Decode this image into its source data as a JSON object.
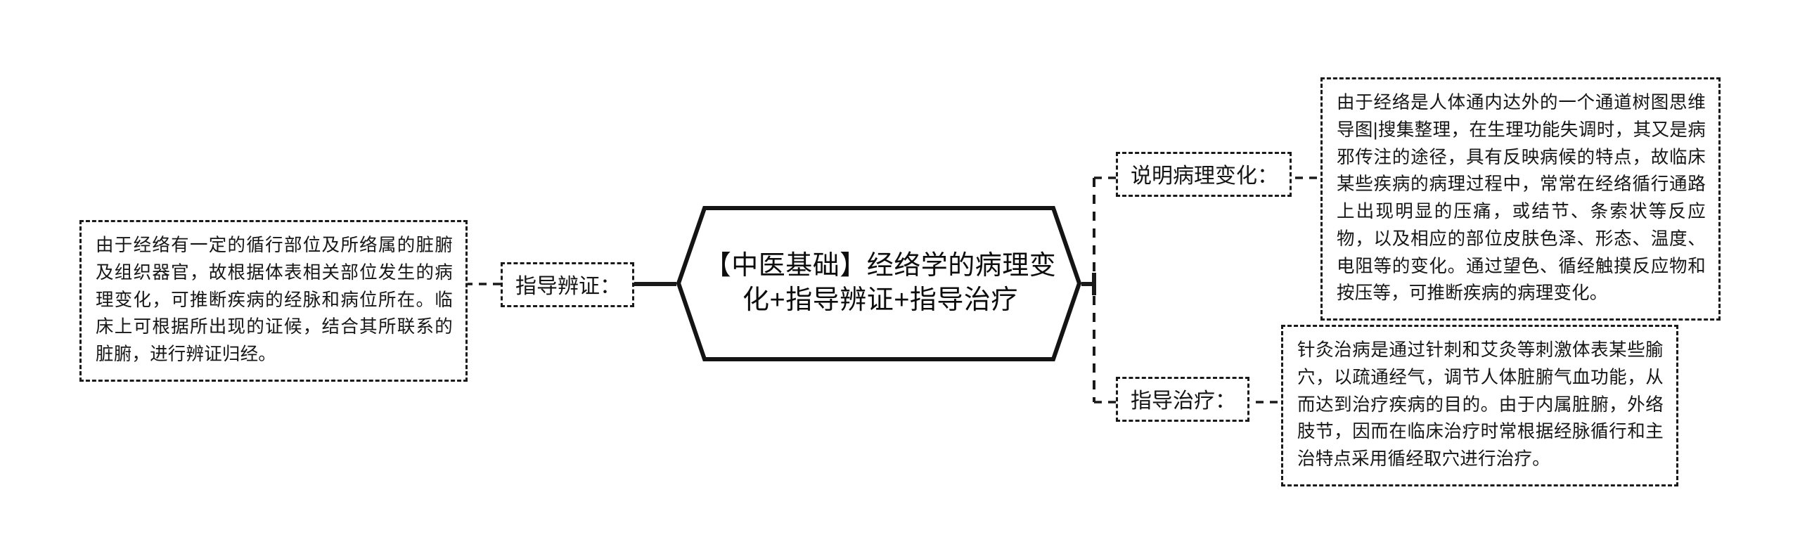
{
  "diagram": {
    "type": "mind-map",
    "orientation": "horizontal-bidirectional",
    "colors": {
      "background": "#ffffff",
      "stroke": "#1a1a1a",
      "text": "#161616"
    },
    "root": {
      "title": "【中医基础】经络学的病理变化+指导辨证+指导治疗",
      "shape": "hexagon",
      "border_style": "solid"
    },
    "branches": [
      {
        "side": "left",
        "label": "指导辨证：",
        "detail": "由于经络有一定的循行部位及所络属的脏腑及组织器官，故根据体表相关部位发生的病理变化，可推断疾病的经脉和病位所在。临床上可根据所出现的证候，结合其所联系的脏腑，进行辨证归经。"
      },
      {
        "side": "right-top",
        "label": "说明病理变化：",
        "detail": "由于经络是人体通内达外的一个通道树图思维导图|搜集整理，在生理功能失调时，其又是病邪传注的途径，具有反映病候的特点，故临床某些疾病的病理过程中，常常在经络循行通路上出现明显的压痛，或结节、条索状等反应物，以及相应的部位皮肤色泽、形态、温度、电阻等的变化。通过望色、循经触摸反应物和按压等，可推断疾病的病理变化。"
      },
      {
        "side": "right-bottom",
        "label": "指导治疗：",
        "detail": "针灸治病是通过针刺和艾灸等刺激体表某些腧穴，以疏通经气，调节人体脏腑气血功能，从而达到治疗疾病的目的。由于内属脏腑，外络肢节，因而在临床治疗时常根据经脉循行和主治特点采用循经取穴进行治疗。"
      }
    ]
  }
}
